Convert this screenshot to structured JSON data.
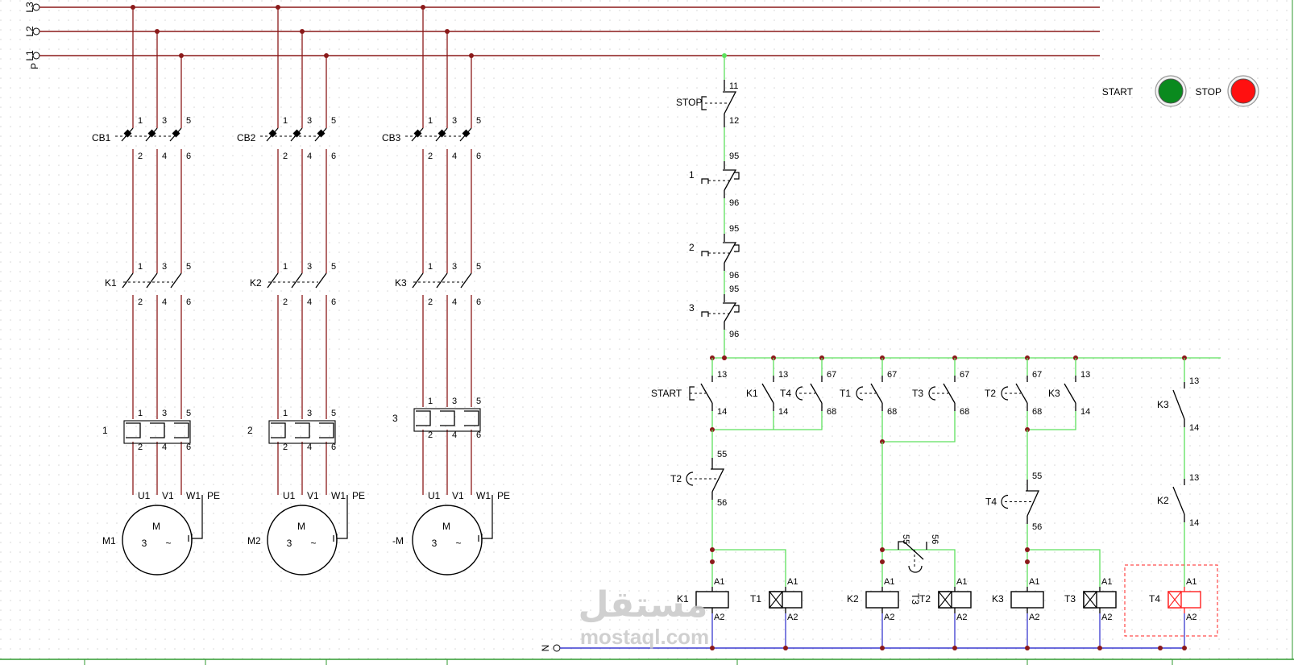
{
  "colors": {
    "power": "#8b1a1a",
    "control": "#5ee05e",
    "neutral": "#3a3ad0",
    "active": "#ff2020",
    "grid": "#d9d9d9",
    "start_lamp": "#0a8a1e",
    "stop_lamp": "#ff1010"
  },
  "rails": {
    "l3": "L3",
    "l2": "L2",
    "l1": "L1",
    "p": "P",
    "n": "N"
  },
  "breakers": [
    "CB1",
    "CB2",
    "CB3"
  ],
  "contactors": [
    "K1",
    "K2",
    "K3"
  ],
  "overloads": [
    "1",
    "2",
    "3"
  ],
  "terminals": {
    "top": [
      "1",
      "3",
      "5"
    ],
    "bottom": [
      "2",
      "4",
      "6"
    ]
  },
  "motor": {
    "windings": [
      "U1",
      "V1",
      "W1"
    ],
    "pe": "PE",
    "letter": "M",
    "phases": "3",
    "symbol": "~",
    "labels": [
      "M1",
      "M2",
      "-M"
    ]
  },
  "control": {
    "stop": {
      "label": "STOP",
      "t1": "11",
      "t2": "12"
    },
    "ol_contacts": [
      {
        "label": "1",
        "t1": "95",
        "t2": "96"
      },
      {
        "label": "2",
        "t1": "95",
        "t2": "96"
      },
      {
        "label": "3",
        "t1": "95",
        "t2": "96"
      }
    ],
    "start": {
      "label": "START",
      "t1": "13",
      "t2": "14"
    },
    "k1_aux": {
      "label": "K1",
      "t1": "13",
      "t2": "14"
    },
    "t4_aux": {
      "label": "T4",
      "t1": "67",
      "t2": "68"
    },
    "t1_aux": {
      "label": "T1",
      "t1": "67",
      "t2": "68"
    },
    "t3_aux": {
      "label": "T3",
      "t1": "67",
      "t2": "68"
    },
    "t2_aux": {
      "label": "T2",
      "t1": "67",
      "t2": "68"
    },
    "k3_aux": {
      "label": "K3",
      "t1": "13",
      "t2": "14"
    },
    "k3_aux_b": {
      "label": "K3",
      "t1": "13",
      "t2": "14"
    },
    "k2_aux_b": {
      "label": "K2",
      "t1": "13",
      "t2": "14"
    },
    "t2_nc": {
      "label": "T2",
      "t1": "55",
      "t2": "56"
    },
    "t3_nc": {
      "label": "T3",
      "t1": "55",
      "t2": "56"
    },
    "t4_nc": {
      "label": "T4",
      "t1": "55",
      "t2": "56"
    },
    "coils": [
      {
        "label": "K1",
        "a1": "A1",
        "a2": "A2"
      },
      {
        "label": "T1",
        "a1": "A1",
        "a2": "A2"
      },
      {
        "label": "K2",
        "a1": "A1",
        "a2": "A2"
      },
      {
        "label": "T2",
        "a1": "A1",
        "a2": "A2"
      },
      {
        "label": "K3",
        "a1": "A1",
        "a2": "A2"
      },
      {
        "label": "T3",
        "a1": "A1",
        "a2": "A2"
      },
      {
        "label": "T4",
        "a1": "A1",
        "a2": "A2"
      }
    ]
  },
  "panel": {
    "start_label": "START",
    "stop_label": "STOP"
  },
  "watermark": {
    "arabic": "مستقل",
    "latin": "mostaql.com"
  }
}
